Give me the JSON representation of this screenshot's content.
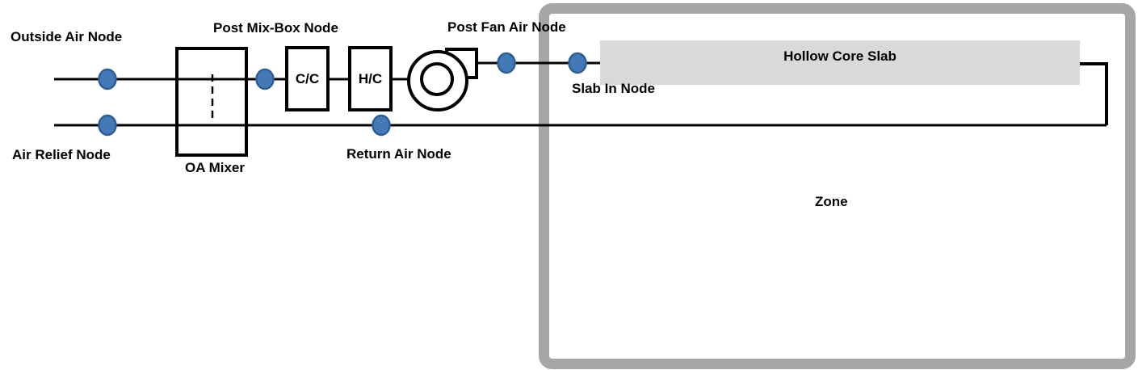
{
  "diagram": {
    "nodes": [
      {
        "id": "outside-air-node",
        "label": "Outside Air Node"
      },
      {
        "id": "air-relief-node",
        "label": "Air Relief Node"
      },
      {
        "id": "post-mix-box-node",
        "label": "Post Mix-Box Node"
      },
      {
        "id": "return-air-node",
        "label": "Return Air Node"
      },
      {
        "id": "post-fan-air-node",
        "label": "Post Fan Air Node"
      },
      {
        "id": "slab-in-node",
        "label": "Slab In Node"
      }
    ],
    "components": [
      {
        "id": "oa-mixer",
        "label": "OA Mixer"
      },
      {
        "id": "cooling-coil",
        "label": "C/C"
      },
      {
        "id": "heating-coil",
        "label": "H/C"
      },
      {
        "id": "supply-fan",
        "label": ""
      }
    ],
    "zone": {
      "label": "Zone"
    },
    "slab": {
      "label": "Hollow Core Slab"
    },
    "colors": {
      "node_fill": "#4379b6",
      "node_border": "#2e5e94",
      "zone_border": "#a6a6a6",
      "slab_fill": "#d9d9d9",
      "line": "#000000"
    }
  }
}
